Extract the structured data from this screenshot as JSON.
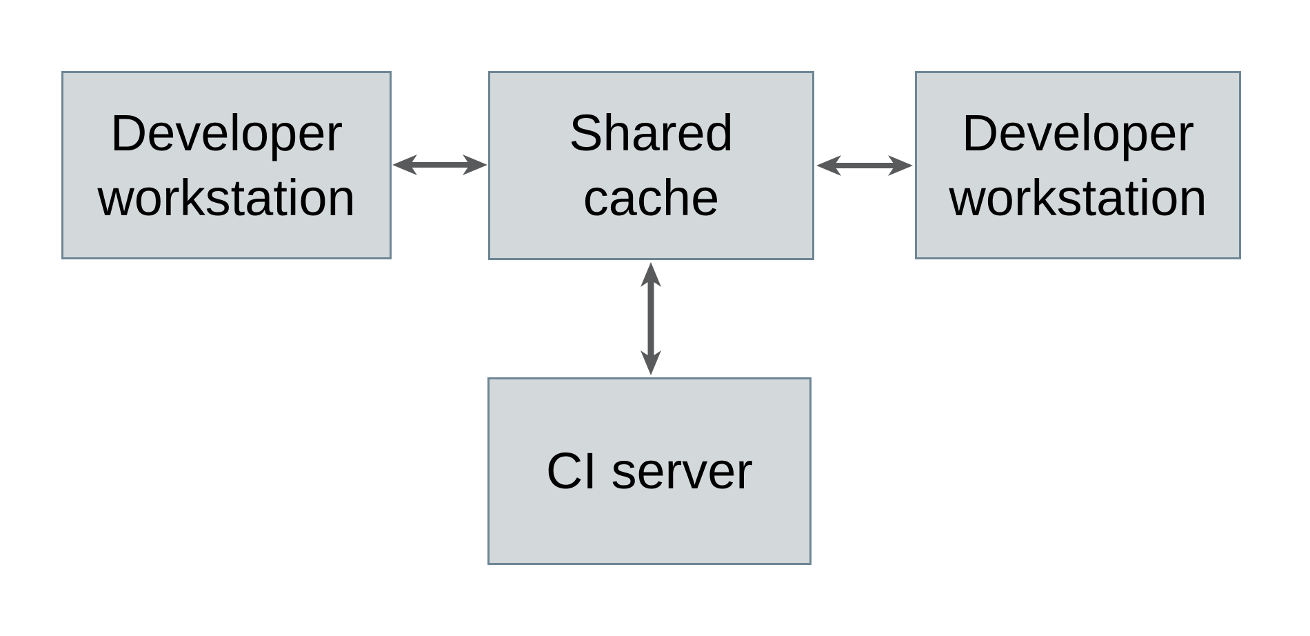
{
  "diagram": {
    "title": "Shared cache architecture diagram",
    "colors": {
      "bg": "#ffffff",
      "node_fill": "#d3d9db",
      "node_border": "#6e8694",
      "arrow_color": "#595a5c",
      "text_color": "#000000"
    },
    "nodes": [
      {
        "id": "developer-workstation-left",
        "label": "Developer\nworkstation"
      },
      {
        "id": "shared-cache",
        "label": "Shared\ncache"
      },
      {
        "id": "developer-workstation-right",
        "label": "Developer\nworkstation"
      },
      {
        "id": "ci-server",
        "label": "CI server"
      }
    ],
    "edges": [
      {
        "from": "developer-workstation-left",
        "to": "shared-cache",
        "direction": "bidirectional"
      },
      {
        "from": "shared-cache",
        "to": "developer-workstation-right",
        "direction": "bidirectional"
      },
      {
        "from": "shared-cache",
        "to": "ci-server",
        "direction": "bidirectional"
      }
    ]
  }
}
